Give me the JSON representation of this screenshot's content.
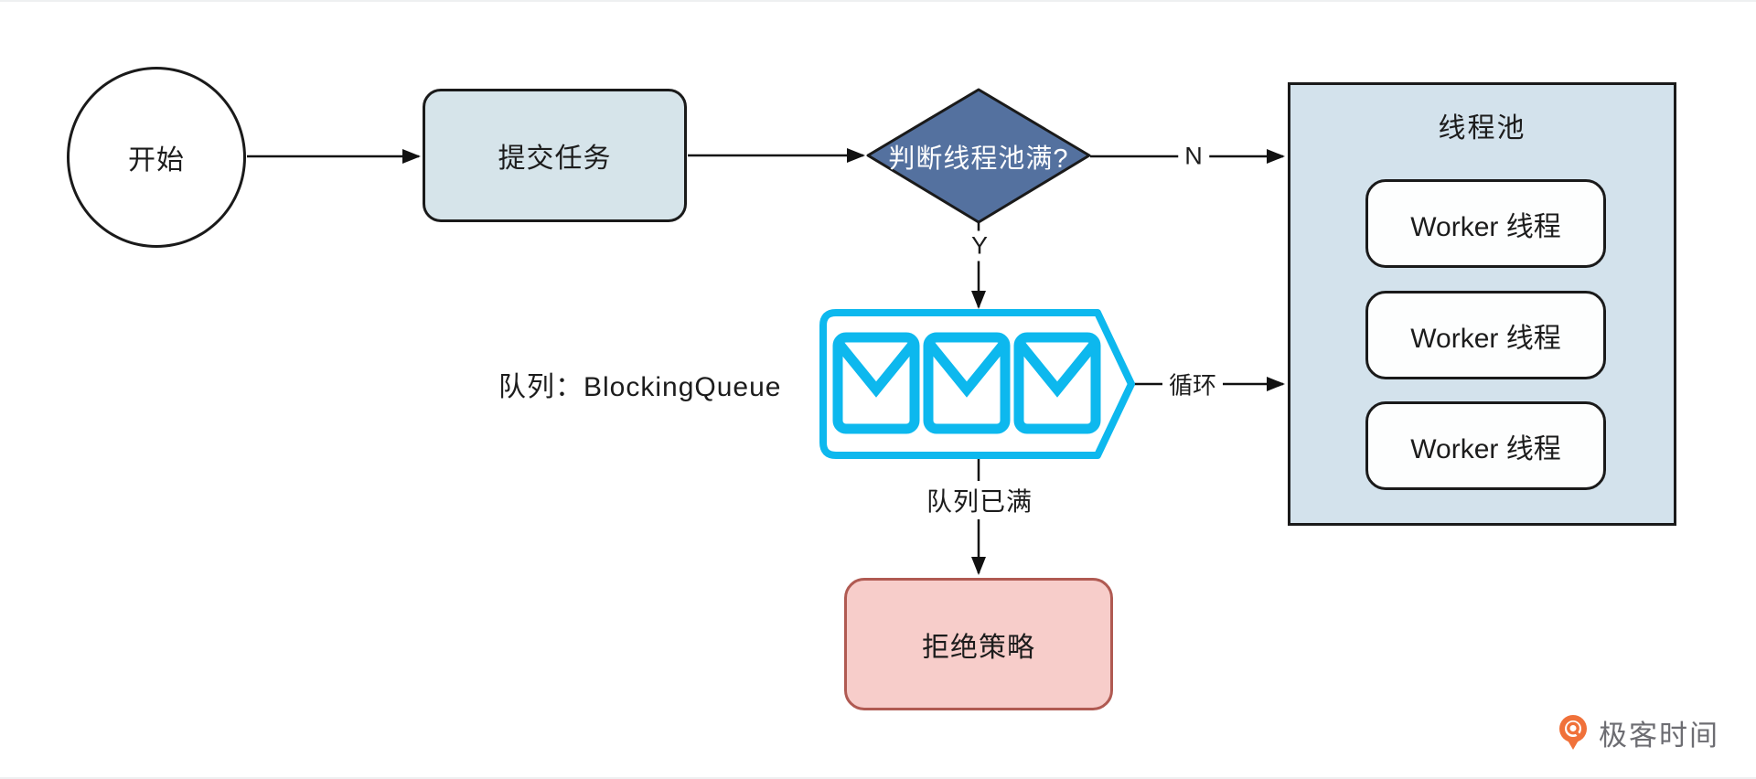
{
  "diagram": {
    "title_hint": "thread-pool task submission flowchart",
    "nodes": {
      "start": {
        "label": "开始"
      },
      "submit": {
        "label": "提交任务"
      },
      "decision": {
        "label": "判断线程池满?"
      },
      "pool": {
        "title": "线程池",
        "workers": [
          "Worker 线程",
          "Worker 线程",
          "Worker 线程"
        ]
      },
      "queue": {
        "caption": "队列：BlockingQueue",
        "item_icon": "envelope-icon",
        "item_count": 3
      },
      "reject": {
        "label": "拒绝策略"
      }
    },
    "edges": {
      "no": {
        "label": "N"
      },
      "yes": {
        "label": "Y"
      },
      "loop": {
        "label": "循环"
      },
      "queue_full": {
        "label": "队列已满"
      }
    },
    "colors": {
      "outline": "#1a1a1a",
      "node_fill_blue": "#d6e4ea",
      "pool_fill": "#d3e2ec",
      "decision_fill": "#54719f",
      "decision_text": "#ffffff",
      "reject_fill": "#f7cdca",
      "reject_border": "#b05a52",
      "queue_accent": "#0db8ee"
    }
  },
  "footer": {
    "brand": "极客时间",
    "brand_icon": "geektime-pin-icon",
    "brand_orange": "#f0713a",
    "brand_text_color": "#6d6d72"
  }
}
